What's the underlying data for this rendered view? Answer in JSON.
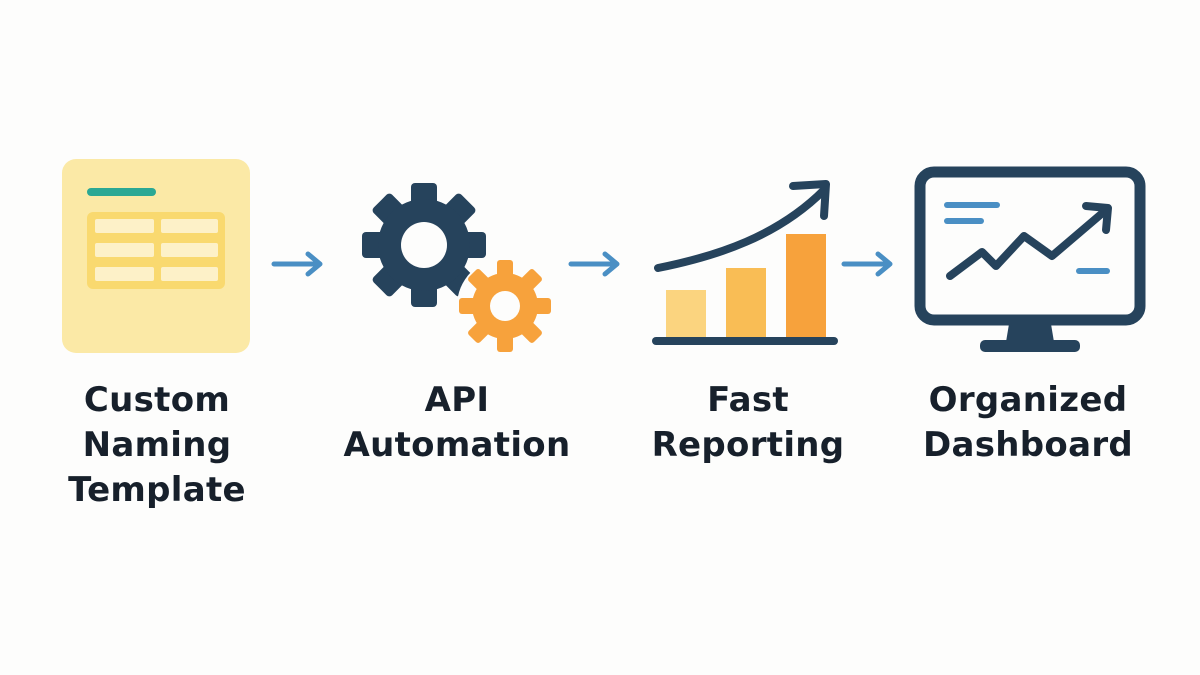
{
  "steps": [
    {
      "icon": "spreadsheet-template-icon",
      "label_lines": [
        "Custom",
        "Naming",
        "Template"
      ]
    },
    {
      "icon": "gears-icon",
      "label_lines": [
        "API",
        "Automation"
      ]
    },
    {
      "icon": "bar-chart-growth-icon",
      "label_lines": [
        "Fast",
        "Reporting"
      ]
    },
    {
      "icon": "monitor-dashboard-icon",
      "label_lines": [
        "Organized",
        "Dashboard"
      ]
    }
  ],
  "colors": {
    "navy": "#26435c",
    "orange": "#f7a23c",
    "light_orange": "#f9bd55",
    "pale_orange": "#fbd47f",
    "template_bg": "#fbe9a6",
    "template_grid": "#f9d96f",
    "template_cell": "#fdf1c8",
    "teal": "#2ba894",
    "arrow_blue": "#4a8fc4",
    "text": "#17202b"
  }
}
